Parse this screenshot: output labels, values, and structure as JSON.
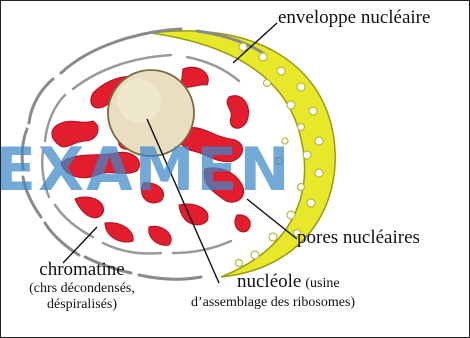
{
  "labels": {
    "envelope": "enveloppe nucléaire",
    "pores": "pores nucléaires",
    "chromatin": "chromatine",
    "chromatin_note_1": "(chrs décondensés,",
    "chromatin_note_2": "déspiralisés)",
    "nucleolus": "nucléole",
    "nucleolus_note_1": "(usine",
    "nucleolus_note_2": "d’assemblage des ribosomes)"
  },
  "watermark": "EXAMEN",
  "colors": {
    "envelope_yellow": "#e8e82a",
    "envelope_outline": "#9a9a10",
    "chromatin_red": "#e11d2e",
    "nucleolus_fill": "#e9dfc0",
    "watermark_blue": "#3d88c9"
  }
}
